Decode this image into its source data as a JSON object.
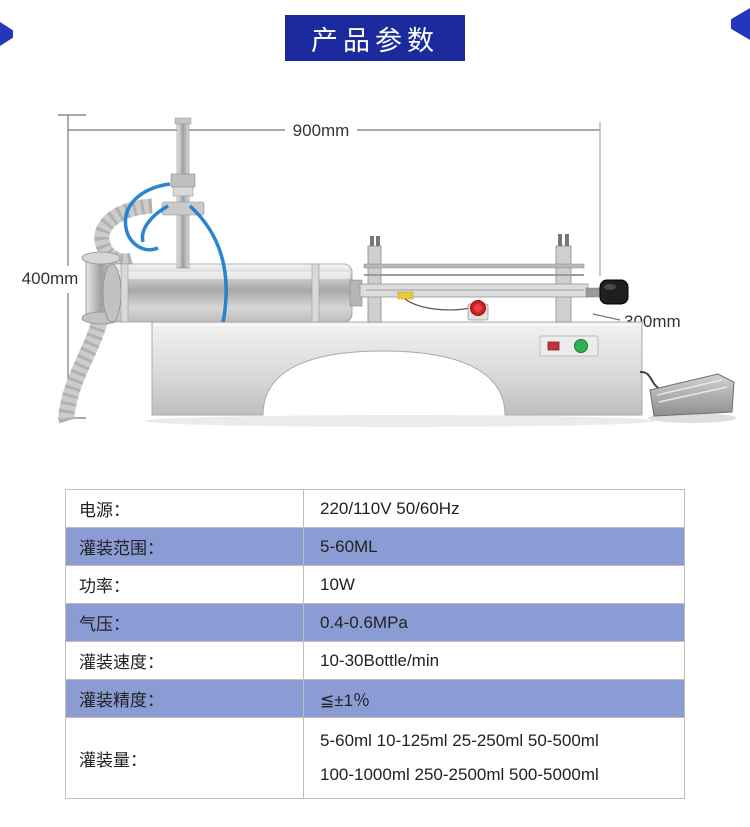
{
  "header": {
    "title": "产品参数"
  },
  "colors": {
    "banner": "#1b2b9e",
    "accent": "#2436bd",
    "row-highlight": "#8b9cd4",
    "table-border": "#c3bcbc"
  },
  "diagram": {
    "width_label": "900mm",
    "height_label": "400mm",
    "depth_label": "300mm"
  },
  "table": {
    "rows": [
      {
        "label": "电源：",
        "value": "220/110V 50/60Hz"
      },
      {
        "label": "灌装范围：",
        "value": "5-60ML"
      },
      {
        "label": "功率：",
        "value": "10W"
      },
      {
        "label": "气压：",
        "value": "0.4-0.6MPa"
      },
      {
        "label": "灌装速度：",
        "value": "10-30Bottle/min"
      },
      {
        "label": "灌装精度：",
        "value": "≦±1％"
      },
      {
        "label": "灌装量：",
        "value": "5-60ml 10-125ml 25-250ml 50-500ml",
        "value_line2": "100-1000ml 250-2500ml 500-5000ml"
      }
    ]
  }
}
